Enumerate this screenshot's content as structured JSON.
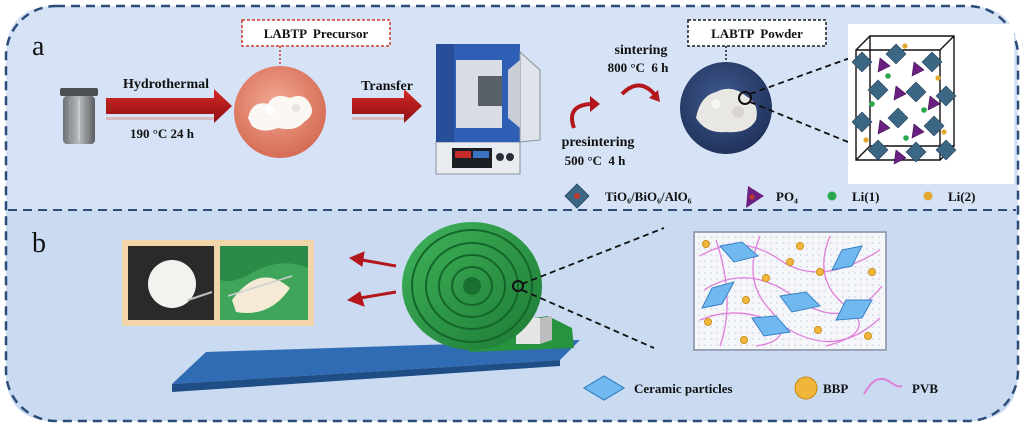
{
  "panel_a": {
    "label": "a",
    "hydrothermal": "Hydrothermal",
    "hydro_conditions": "190 °C 24 h",
    "precursor_tag": "LABTP  Precursor",
    "transfer": "Transfer",
    "sintering": "sintering",
    "sintering_conditions": "800 °C  6 h",
    "presintering": "presintering",
    "presintering_conditions": "500 °C  4 h",
    "powder_tag": "LABTP  Powder",
    "legend": {
      "octahedra": "TiO₆/BiO₆/AlO₆",
      "tetrahedra": "PO₄",
      "li1": "Li(1)",
      "li2": "Li(2)"
    }
  },
  "panel_b": {
    "label": "b",
    "legend": {
      "ceramic": "Ceramic particles",
      "bbp": "BBP",
      "pvb": "PVB"
    }
  },
  "colors": {
    "panel_a_bg": "#d6e3f6",
    "panel_b_bg": "#c9daf1",
    "border": "#2c4c7a",
    "arrow_red": "#b3171c",
    "tag_red": "#d03a2d",
    "precursor_disk": "#e5826d",
    "powder_disk": "#2e4473",
    "roll_green": "#2a9a45",
    "belt_blue": "#2f6cb4",
    "ceramic_blue": "#6fb8f0",
    "bbp_gold": "#f0b53a",
    "pvb_pink": "#e07fd9",
    "li1_green": "#2aa84a",
    "octa_teal": "#3b6785",
    "tetra_purple": "#6a2080"
  }
}
